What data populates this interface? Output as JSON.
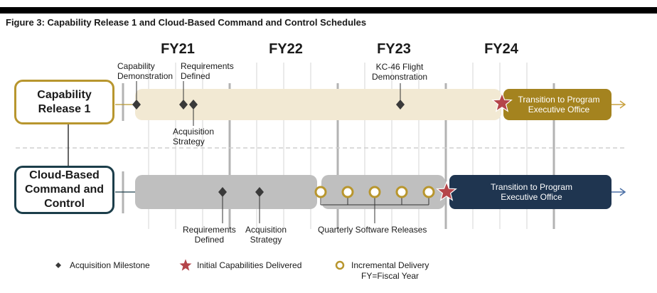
{
  "figure": {
    "title": "Figure 3: Capability Release 1 and Cloud-Based Command and Control Schedules"
  },
  "fiscal_years": [
    "FY21",
    "FY22",
    "FY23",
    "FY24"
  ],
  "rows": {
    "cr1": {
      "label": "Capability\nRelease 1",
      "border_color": "#b8962e",
      "transition_label": "Transition to Program\nExecutive Office",
      "transition_color": "#a4831f",
      "bar_color": "#f2e9d3",
      "annotations": {
        "capability_demo": [
          "Capability",
          "Demonstration"
        ],
        "requirements": [
          "Requirements",
          "Defined"
        ],
        "acq_strategy": [
          "Acquisition",
          "Strategy"
        ],
        "kc46": [
          "KC-46 Flight",
          "Demonstration"
        ]
      }
    },
    "cbc2": {
      "label": "Cloud-Based\nCommand and\nControl",
      "border_color": "#1c3e4a",
      "transition_label": "Transition to Program\nExecutive Office",
      "transition_color": "#1f3550",
      "bar_color": "#bfbfbf",
      "annotations": {
        "requirements": [
          "Requirements",
          "Defined"
        ],
        "acq_strategy": [
          "Acquisition",
          "Strategy"
        ],
        "quarterly": "Quarterly Software Releases"
      }
    }
  },
  "legend": {
    "milestone": "Acquisition Milestone",
    "initial": "Initial Capabilities Delivered",
    "incremental": "Incremental Delivery",
    "fy_note": "FY=Fiscal Year"
  },
  "colors": {
    "milestone": "#3a3a3a",
    "star": "#b5454a",
    "incremental_ring": "#b8962e",
    "arrow_cr1": "#c9a240",
    "arrow_cbc2": "#4a6fa5"
  }
}
